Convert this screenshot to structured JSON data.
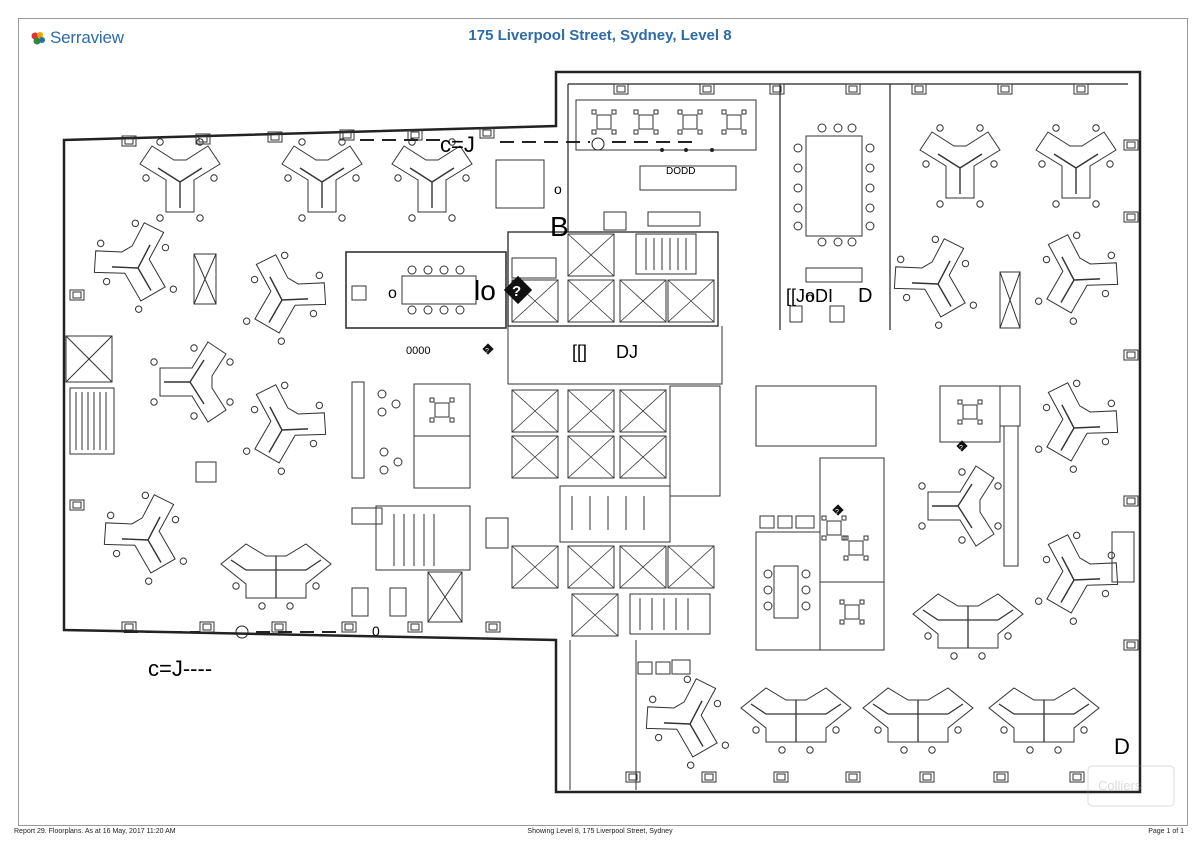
{
  "brand": {
    "name": "Serraview"
  },
  "title": "175 Liverpool Street, Sydney, Level 8",
  "plan_labels": {
    "top_doors": "c=J",
    "bottom_doors": "c=J----",
    "lift_b": "B",
    "meeting_lo": "lo",
    "zero_row": "0000",
    "lobby_bracket": "[[]",
    "lobby_dj": "DJ",
    "kitchen_dodd": "DODD",
    "room_code": "[[JoDI",
    "d_room": "D",
    "d_corner": "D",
    "small_o_1": "o",
    "small_o_2": "o",
    "small_o_3": "o",
    "small_o_4": "0",
    "unknown_1": "?",
    "unknown_2": "?",
    "unknown_3": "?",
    "unknown_4": "?"
  },
  "watermark": "Colliers",
  "footer": {
    "left": "Report 29. Floorplans. As at 16 May, 2017 11:20 AM",
    "center": "Showing Level 8, 175 Liverpool Street, Sydney",
    "right": "Page 1 of 1"
  }
}
